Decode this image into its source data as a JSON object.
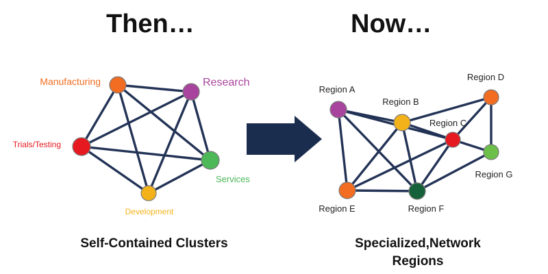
{
  "left_panel": {
    "heading": "Then…",
    "caption": "Self-Contained Clusters",
    "nodes": [
      {
        "id": "manufacturing",
        "label": "Manufacturing",
        "color": "#F26D21"
      },
      {
        "id": "research",
        "label": "Research",
        "color": "#A9449E"
      },
      {
        "id": "trials",
        "label": "Trials/Testing",
        "color": "#E5191F"
      },
      {
        "id": "services",
        "label": "Services",
        "color": "#4CB857"
      },
      {
        "id": "development",
        "label": "Development",
        "color": "#F3B21A"
      }
    ],
    "edges": [
      [
        "manufacturing",
        "research"
      ],
      [
        "manufacturing",
        "trials"
      ],
      [
        "manufacturing",
        "services"
      ],
      [
        "manufacturing",
        "development"
      ],
      [
        "research",
        "trials"
      ],
      [
        "research",
        "services"
      ],
      [
        "research",
        "development"
      ],
      [
        "trials",
        "services"
      ],
      [
        "trials",
        "development"
      ],
      [
        "services",
        "development"
      ]
    ]
  },
  "arrow": {
    "color": "#1B2D4F"
  },
  "right_panel": {
    "heading": "Now…",
    "caption_lines": [
      "Specialized,Network",
      "Regions"
    ],
    "nodes": [
      {
        "id": "A",
        "label": "Region A",
        "color": "#A9449E"
      },
      {
        "id": "B",
        "label": "Region B",
        "color": "#F3B21A"
      },
      {
        "id": "C",
        "label": "Region C",
        "color": "#E5191F"
      },
      {
        "id": "D",
        "label": "Region D",
        "color": "#F26D21"
      },
      {
        "id": "E",
        "label": "Region E",
        "color": "#F26D21"
      },
      {
        "id": "F",
        "label": "Region F",
        "color": "#15613A"
      },
      {
        "id": "G",
        "label": "Region G",
        "color": "#6CC04A"
      }
    ],
    "edges": [
      [
        "A",
        "B"
      ],
      [
        "A",
        "E"
      ],
      [
        "A",
        "F"
      ],
      [
        "A",
        "C"
      ],
      [
        "B",
        "E"
      ],
      [
        "B",
        "F"
      ],
      [
        "B",
        "C"
      ],
      [
        "B",
        "D"
      ],
      [
        "C",
        "D"
      ],
      [
        "C",
        "G"
      ],
      [
        "C",
        "E"
      ],
      [
        "C",
        "F"
      ],
      [
        "D",
        "G"
      ],
      [
        "E",
        "F"
      ],
      [
        "F",
        "G"
      ]
    ]
  }
}
